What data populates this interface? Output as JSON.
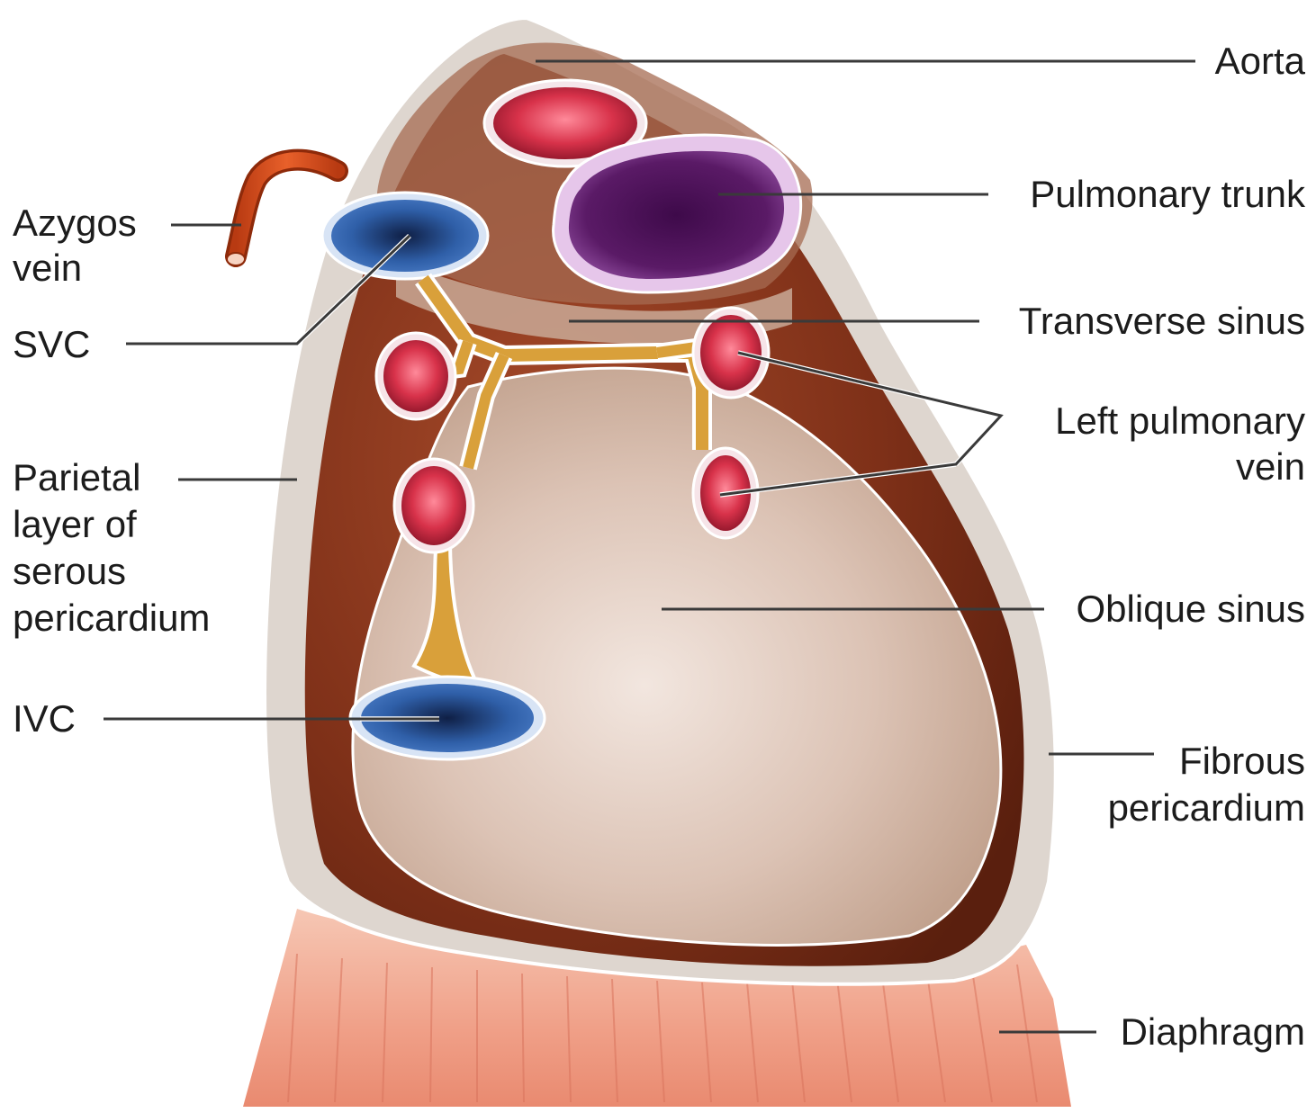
{
  "labels": {
    "aorta": "Aorta",
    "pulmonary_trunk": "Pulmonary trunk",
    "azygos_line1": "Azygos",
    "azygos_line2": "vein",
    "svc": "SVC",
    "transverse_sinus": "Transverse sinus",
    "left_pulmonary_line1": "Left pulmonary",
    "left_pulmonary_line2": "vein",
    "parietal_line1": "Parietal",
    "parietal_line2": "layer of",
    "parietal_line3": "serous",
    "parietal_line4": "pericardium",
    "oblique_sinus": "Oblique sinus",
    "ivc": "IVC",
    "fibrous_line1": "Fibrous",
    "fibrous_line2": "pericardium",
    "diaphragm": "Diaphragm"
  },
  "colors": {
    "artery_red": "#d8324a",
    "vein_blue": "#2f5fa8",
    "pulmonary_purple": "#5a1a66",
    "pericardium_brown": "#8a3d22",
    "serous_beige": "#d9c2b4",
    "fat_yellow": "#d9a03a",
    "diaphragm_pink": "#f0a08a"
  }
}
